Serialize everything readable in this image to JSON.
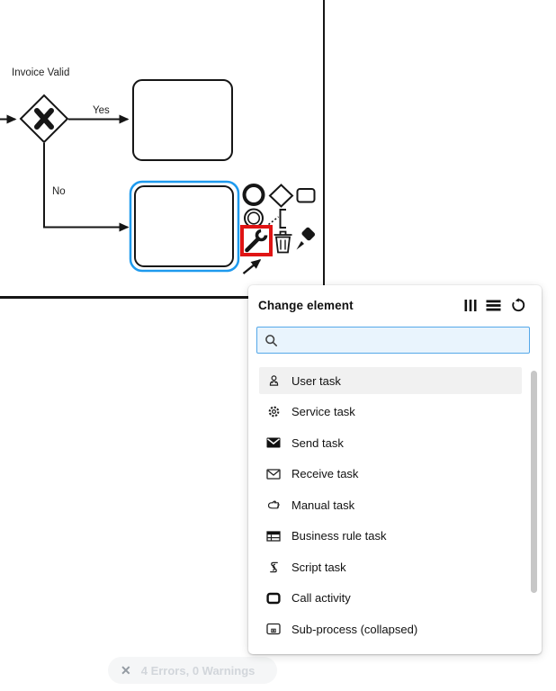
{
  "canvas": {
    "labels": {
      "gateway": "Invoice Valid",
      "yes": "Yes",
      "no": "No"
    }
  },
  "context_pad": {
    "entries": [
      "append-end-event",
      "append-gateway",
      "append-task",
      "append-intermediate-event",
      "append-text-annotation",
      "change-element-wrench",
      "delete-trash",
      "format-brush",
      "connect-arrow"
    ],
    "highlight_color": "#e01414"
  },
  "popup": {
    "title": "Change element",
    "header_icons": [
      "columns-view-icon",
      "list-view-icon",
      "reset-icon"
    ],
    "search": {
      "value": "",
      "placeholder": ""
    },
    "items": [
      {
        "icon": "user-task-icon",
        "label": "User task",
        "selected": true
      },
      {
        "icon": "service-task-icon",
        "label": "Service task",
        "selected": false
      },
      {
        "icon": "send-task-icon",
        "label": "Send task",
        "selected": false
      },
      {
        "icon": "receive-task-icon",
        "label": "Receive task",
        "selected": false
      },
      {
        "icon": "manual-task-icon",
        "label": "Manual task",
        "selected": false
      },
      {
        "icon": "business-rule-task-icon",
        "label": "Business rule task",
        "selected": false
      },
      {
        "icon": "script-task-icon",
        "label": "Script task",
        "selected": false
      },
      {
        "icon": "call-activity-icon",
        "label": "Call activity",
        "selected": false
      },
      {
        "icon": "sub-process-icon",
        "label": "Sub-process (collapsed)",
        "selected": false
      }
    ]
  },
  "toast": {
    "close_icon": "✕",
    "text": "4 Errors, 0 Warnings"
  },
  "colors": {
    "selection_blue": "#1e9aee",
    "highlight_red": "#e01414",
    "search_border": "#55a8e9",
    "search_bg": "#e9f4fd",
    "stroke": "#161616"
  }
}
